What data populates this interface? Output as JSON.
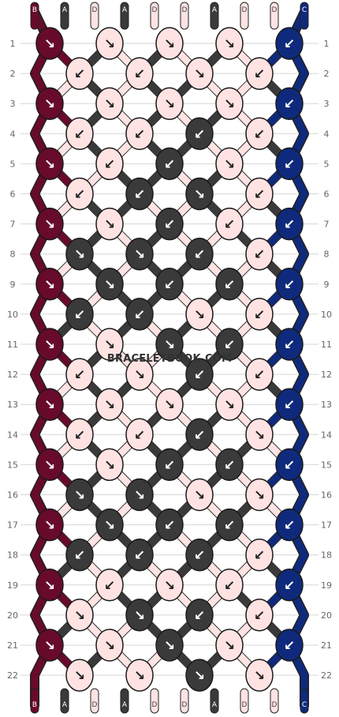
{
  "watermark": "BRACELETBOOK.COM",
  "colors": {
    "B": "#680a2c",
    "A": "#3a3a3a",
    "D": "#ffe3e3",
    "C": "#0f2a7c",
    "outline": "#1a1a1a",
    "arrow_light": "#222222",
    "arrow_dark": "#ffffff",
    "rownum": "#666666"
  },
  "strands": {
    "top": [
      "B",
      "A",
      "D",
      "A",
      "D",
      "D",
      "A",
      "D",
      "D",
      "C"
    ],
    "bottom": [
      "B",
      "A",
      "D",
      "A",
      "D",
      "D",
      "A",
      "D",
      "D",
      "C"
    ]
  },
  "rows": [
    {
      "label": "1",
      "knots": [
        {
          "c": "B",
          "d": "↘"
        },
        {
          "c": "D",
          "d": "↘"
        },
        {
          "c": "D",
          "d": "↘"
        },
        {
          "c": "D",
          "d": "↘"
        },
        {
          "c": "C",
          "d": "↙"
        }
      ]
    },
    {
      "label": "2",
      "knots": [
        {
          "c": "D",
          "d": "↙"
        },
        {
          "c": "D",
          "d": "↙"
        },
        {
          "c": "D",
          "d": "↘"
        },
        {
          "c": "D",
          "d": "↙"
        }
      ]
    },
    {
      "label": "3",
      "knots": [
        {
          "c": "B",
          "d": "↘"
        },
        {
          "c": "D",
          "d": "↘"
        },
        {
          "c": "D",
          "d": "↘"
        },
        {
          "c": "D",
          "d": "↘"
        },
        {
          "c": "C",
          "d": "↙"
        }
      ]
    },
    {
      "label": "4",
      "knots": [
        {
          "c": "D",
          "d": "↙"
        },
        {
          "c": "D",
          "d": "↙"
        },
        {
          "c": "A",
          "d": "↙"
        },
        {
          "c": "D",
          "d": "↙"
        }
      ]
    },
    {
      "label": "5",
      "knots": [
        {
          "c": "B",
          "d": "↘"
        },
        {
          "c": "D",
          "d": "↙"
        },
        {
          "c": "A",
          "d": "↙"
        },
        {
          "c": "D",
          "d": "↘"
        },
        {
          "c": "C",
          "d": "↙"
        }
      ]
    },
    {
      "label": "6",
      "knots": [
        {
          "c": "D",
          "d": "↙"
        },
        {
          "c": "A",
          "d": "↙"
        },
        {
          "c": "A",
          "d": "↘"
        },
        {
          "c": "D",
          "d": "↙"
        }
      ]
    },
    {
      "label": "7",
      "knots": [
        {
          "c": "B",
          "d": "↘"
        },
        {
          "c": "D",
          "d": "↘"
        },
        {
          "c": "A",
          "d": "↙"
        },
        {
          "c": "D",
          "d": "↙"
        },
        {
          "c": "C",
          "d": "↙"
        }
      ]
    },
    {
      "label": "8",
      "knots": [
        {
          "c": "A",
          "d": "↘"
        },
        {
          "c": "A",
          "d": "↘"
        },
        {
          "c": "A",
          "d": "↙"
        },
        {
          "c": "D",
          "d": "↙"
        }
      ]
    },
    {
      "label": "9",
      "knots": [
        {
          "c": "B",
          "d": "↘"
        },
        {
          "c": "A",
          "d": "↘"
        },
        {
          "c": "A",
          "d": "↙"
        },
        {
          "c": "A",
          "d": "↙"
        },
        {
          "c": "C",
          "d": "↙"
        }
      ]
    },
    {
      "label": "10",
      "knots": [
        {
          "c": "A",
          "d": "↙"
        },
        {
          "c": "A",
          "d": "↙"
        },
        {
          "c": "D",
          "d": "↘"
        },
        {
          "c": "D",
          "d": "↙"
        }
      ]
    },
    {
      "label": "11",
      "knots": [
        {
          "c": "B",
          "d": "↘"
        },
        {
          "c": "D",
          "d": "↘"
        },
        {
          "c": "A",
          "d": "↘"
        },
        {
          "c": "A",
          "d": "↙"
        },
        {
          "c": "C",
          "d": "↙"
        }
      ]
    },
    {
      "label": "12",
      "knots": [
        {
          "c": "D",
          "d": "↙"
        },
        {
          "c": "D",
          "d": "↘"
        },
        {
          "c": "A",
          "d": "↙"
        },
        {
          "c": "D",
          "d": "↙"
        }
      ]
    },
    {
      "label": "13",
      "knots": [
        {
          "c": "B",
          "d": "↘"
        },
        {
          "c": "D",
          "d": "↘"
        },
        {
          "c": "D",
          "d": "↘"
        },
        {
          "c": "D",
          "d": "↘"
        },
        {
          "c": "C",
          "d": "↙"
        }
      ]
    },
    {
      "label": "14",
      "knots": [
        {
          "c": "D",
          "d": "↙"
        },
        {
          "c": "D",
          "d": "↙"
        },
        {
          "c": "A",
          "d": "↙"
        },
        {
          "c": "D",
          "d": "↘"
        }
      ]
    },
    {
      "label": "15",
      "knots": [
        {
          "c": "B",
          "d": "↘"
        },
        {
          "c": "D",
          "d": "↘"
        },
        {
          "c": "A",
          "d": "↙"
        },
        {
          "c": "A",
          "d": "↙"
        },
        {
          "c": "C",
          "d": "↙"
        }
      ]
    },
    {
      "label": "16",
      "knots": [
        {
          "c": "A",
          "d": "↘"
        },
        {
          "c": "A",
          "d": "↘"
        },
        {
          "c": "D",
          "d": "↘"
        },
        {
          "c": "D",
          "d": "↘"
        }
      ]
    },
    {
      "label": "17",
      "knots": [
        {
          "c": "B",
          "d": "↘"
        },
        {
          "c": "A",
          "d": "↘"
        },
        {
          "c": "A",
          "d": "↙"
        },
        {
          "c": "A",
          "d": "↙"
        },
        {
          "c": "C",
          "d": "↙"
        }
      ]
    },
    {
      "label": "18",
      "knots": [
        {
          "c": "A",
          "d": "↙"
        },
        {
          "c": "A",
          "d": "↙"
        },
        {
          "c": "A",
          "d": "↙"
        },
        {
          "c": "D",
          "d": "↙"
        }
      ]
    },
    {
      "label": "19",
      "knots": [
        {
          "c": "B",
          "d": "↘"
        },
        {
          "c": "D",
          "d": "↙"
        },
        {
          "c": "D",
          "d": "↘"
        },
        {
          "c": "D",
          "d": "↙"
        },
        {
          "c": "C",
          "d": "↙"
        }
      ]
    },
    {
      "label": "20",
      "knots": [
        {
          "c": "D",
          "d": "↘"
        },
        {
          "c": "A",
          "d": "↘"
        },
        {
          "c": "A",
          "d": "↙"
        },
        {
          "c": "D",
          "d": "↙"
        }
      ]
    },
    {
      "label": "21",
      "knots": [
        {
          "c": "B",
          "d": "↘"
        },
        {
          "c": "D",
          "d": "↘"
        },
        {
          "c": "A",
          "d": "↘"
        },
        {
          "c": "D",
          "d": "↘"
        },
        {
          "c": "C",
          "d": "↙"
        }
      ]
    },
    {
      "label": "22",
      "knots": [
        {
          "c": "D",
          "d": "↘"
        },
        {
          "c": "D",
          "d": "↘"
        },
        {
          "c": "A",
          "d": "↘"
        },
        {
          "c": "D",
          "d": "↘"
        }
      ]
    }
  ]
}
